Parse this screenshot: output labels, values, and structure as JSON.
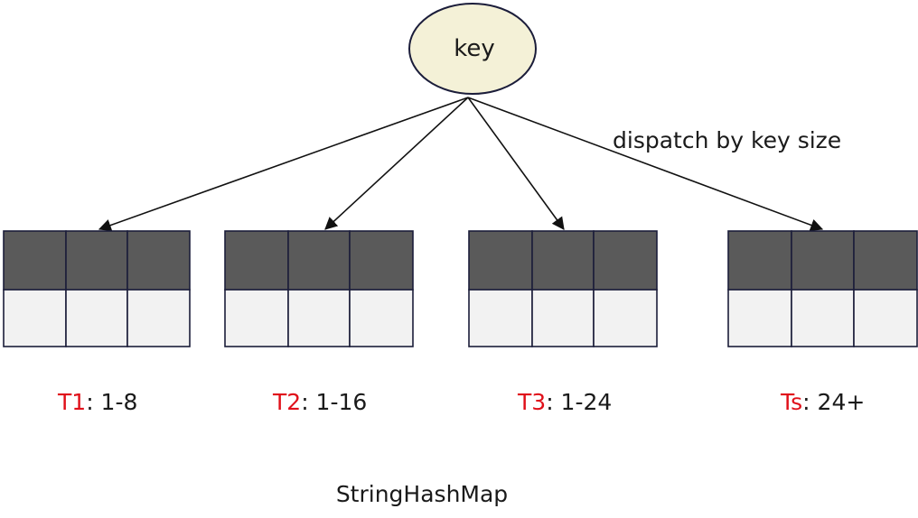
{
  "root_node": {
    "label": "key"
  },
  "edge_label": "dispatch by key size",
  "tables": [
    {
      "name": "T1",
      "range": ": 1-8"
    },
    {
      "name": "T2",
      "range": ": 1-16"
    },
    {
      "name": "T3",
      "range": ": 1-24"
    },
    {
      "name": "Ts",
      "range": ": 24+"
    }
  ],
  "caption": "StringHashMap",
  "colors": {
    "node_fill": "#f4f1d7",
    "node_stroke": "#1b1d3a",
    "header_cell_fill": "#5a5a5a",
    "body_cell_fill": "#f2f2f2",
    "cell_stroke": "#1b1d3a",
    "table_name": "#e0101a",
    "text": "#1a1a1a"
  }
}
